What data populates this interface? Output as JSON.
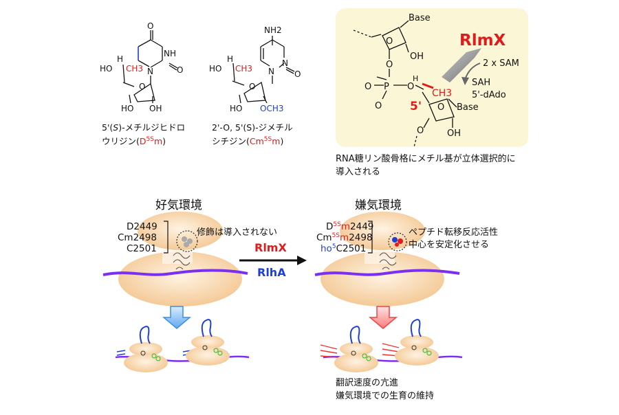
{
  "structures": {
    "d5sm": {
      "atoms": {
        "o_top": "O",
        "nh": "NH",
        "o_right": "O",
        "n": "N",
        "ho_left": "HO",
        "h_stereo": "H",
        "ch3": "CH3",
        "o_ring": "O",
        "ho1": "HO",
        "oh1": "OH"
      },
      "caption": {
        "line1_pre": "5'(",
        "line1_s": "S",
        "line1_post": ")-メチルジヒドロ",
        "line2_pre": "ウリジン(",
        "line2_code": "D",
        "line2_sup": "5S",
        "line2_m": "m",
        "line2_post": ")"
      }
    },
    "cm5sm": {
      "atoms": {
        "nh2": "NH2",
        "n_ring": "N",
        "n": "N",
        "o_right": "O",
        "ho_left": "HO",
        "h_stereo": "H",
        "ch3": "CH3",
        "o_ring": "O",
        "ho1": "HO",
        "och3": "OCH3"
      },
      "caption": {
        "line1": "2'-O, 5'(S)-ジメチル",
        "line2_pre": "シチジン(",
        "line2_code": "Cm",
        "line2_sup": "5S",
        "line2_m": "m",
        "line2_post": ")"
      }
    }
  },
  "reaction_panel": {
    "enzyme": "RlmX",
    "cofactor_in": "2 x SAM",
    "product1": "SAH",
    "product2": "5'-dAdo",
    "base_top": "Base",
    "base_bottom": "Base",
    "oh_top": "OH",
    "oh_bottom": "OH",
    "o_ring1": "O",
    "o_ring2": "O",
    "o_link": "O",
    "p": "P",
    "o_eq": "O",
    "o_minus": "O",
    "o_ester": "O",
    "h_stereo": "H",
    "ch3": "CH3",
    "pos_label": "5'",
    "o_lower": "O",
    "caption_line1": "RNA糖リン酸骨格にメチル基が立体選択的に",
    "caption_line2": "導入される"
  },
  "aerobic": {
    "title": "好気環境",
    "residues": [
      "D2449",
      "Cm2498",
      "C2501"
    ],
    "note": "修飾は導入されない"
  },
  "anaerobic": {
    "title": "嫌気環境",
    "res1": {
      "code": "D",
      "sup": "5S",
      "m": "m",
      "num": "2449"
    },
    "res2": {
      "code": "Cm",
      "sup": "5S",
      "m": "m",
      "num": "2498"
    },
    "res3": {
      "pre": "ho",
      "sup": "5",
      "num": "C2501"
    },
    "note_line1": "ペプチド転移反応活性",
    "note_line2": "中心を安定化させる",
    "result_line1": "翻訳速度の亢進",
    "result_line2": "嫌気環境での生育の維持"
  },
  "transition": {
    "enzyme1": "RlmX",
    "enzyme2": "RlhA"
  },
  "colors": {
    "red": "#e01b1b",
    "blue": "#1b3fd8",
    "purple": "#7b2ff0",
    "ribosome": "#f7d9b8",
    "panel": "#fbf6d6"
  }
}
